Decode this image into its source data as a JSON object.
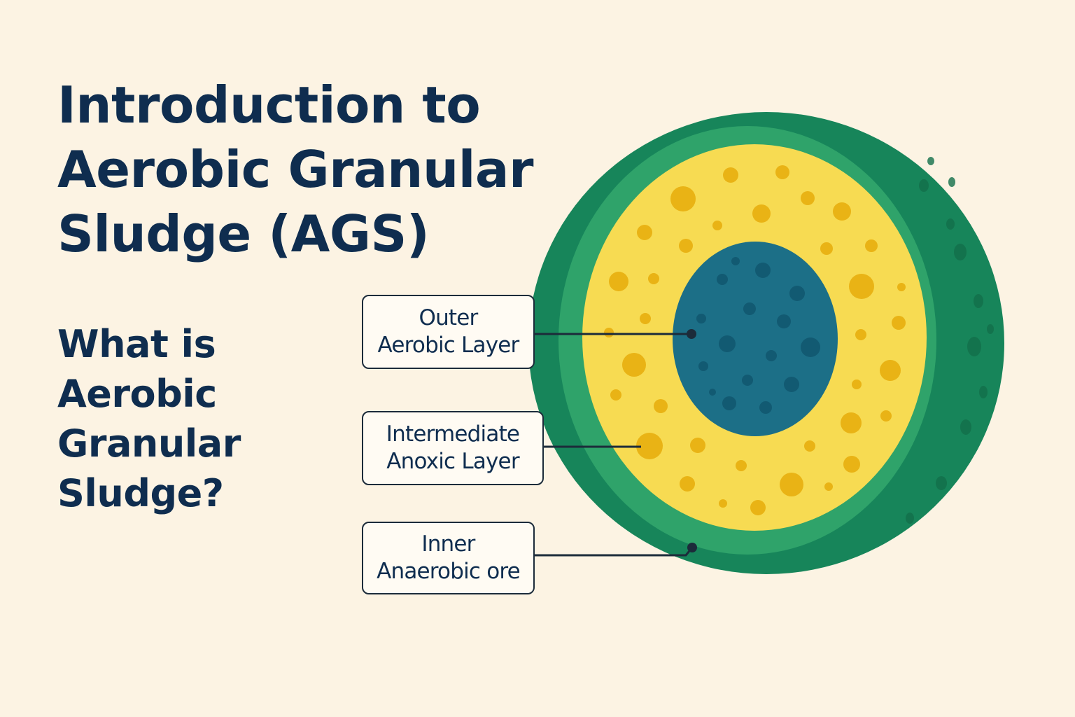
{
  "title": {
    "lines": [
      "Introduction to",
      "Aerobic Granular",
      "Sludge (AGS)"
    ]
  },
  "subtitle": {
    "lines": [
      "What is",
      "Aerobic",
      "Granular",
      "Sludge?"
    ]
  },
  "labels": {
    "outer": {
      "line1": "Outer",
      "line2": "Aerobic Layer"
    },
    "intermediate": {
      "line1": "Intermediate",
      "line2": "Anoxic Layer"
    },
    "inner": {
      "line1": "Inner",
      "line2": "Anaerobic ore"
    }
  },
  "colors": {
    "background": "#fcf3e3",
    "text": "#0f2d4f",
    "outer_shell_dark": "#17855a",
    "outer_ring": "#2fa36a",
    "intermediate_layer": "#f7db52",
    "intermediate_spots": "#e9b315",
    "inner_core": "#1c6f87",
    "core_spots": "#125a72"
  }
}
